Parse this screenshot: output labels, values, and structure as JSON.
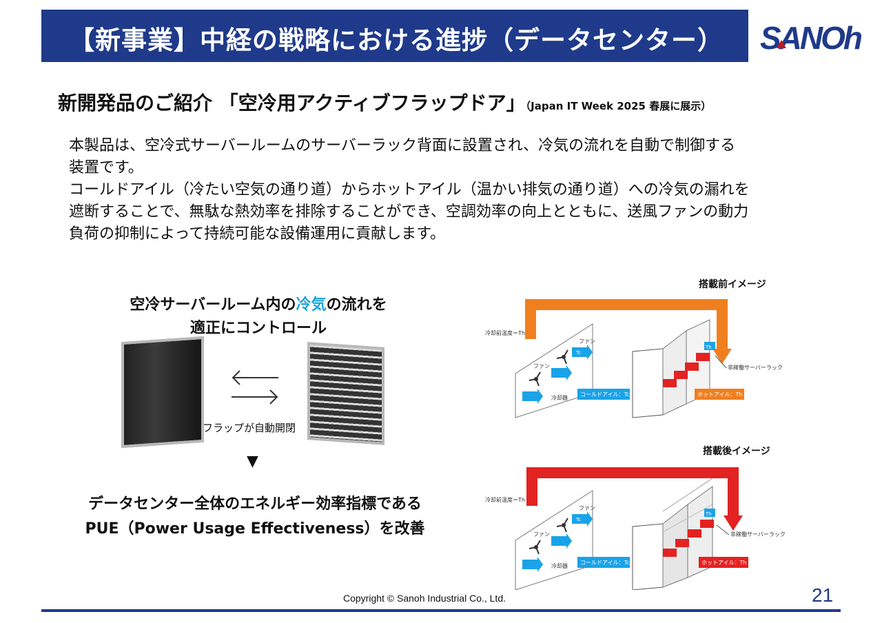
{
  "header": {
    "title": "【新事業】中経の戦略における進捗（データセンター）",
    "logo_text": "SANOh"
  },
  "subtitle": {
    "main": "新開発品のご紹介 「空冷用アクティブフラップドア」",
    "note": "（Japan IT Week 2025 春展に展示）"
  },
  "body_text": "本製品は、空冷式サーバールームのサーバーラック背面に設置され、冷気の流れを自動で制御する\n装置です。\nコールドアイル（冷たい空気の通り道）からホットアイル（温かい排気の通り道）への冷気の漏れを\n遮断することで、無駄な熱効率を排除することができ、空調効率の向上とともに、送風ファンの動力\n負荷の抑制によって持続可能な設備運用に貢献します。",
  "left": {
    "caption_a": "空冷サーバールーム内の",
    "caption_accent": "冷気",
    "caption_b": "の流れを",
    "caption_line2": "適正にコントロール",
    "flap_label": "フラップが自動開閉",
    "arrow_symbol": "▼",
    "bottom_line1": "データセンター全体のエネルギー効率指標である",
    "bottom_line2": "PUE（Power Usage Effectiveness）を改善"
  },
  "diagrams": {
    "before_label": "搭載前イメージ",
    "after_label": "搭載後イメージ",
    "before": {
      "temp_label": "冷却前温度＝Th",
      "fan1": "ファン",
      "fan2": "ファン",
      "cooler": "冷却器",
      "cold_aisle": "コールドアイル：Tc",
      "hot_aisle": "ホットアイル：Th",
      "rack": "非稼働サーバーラック",
      "tag_tc": "Tc",
      "tag_th": "Th"
    },
    "after": {
      "temp_label": "冷却前温度＝Th",
      "fan1": "ファン",
      "fan2": "ファン",
      "cooler": "冷却器",
      "cold_aisle": "コールドアイル：Tc",
      "hot_aisle": "ホットアイル：Th",
      "rack": "非稼働サーバーラック",
      "tag_tc": "Tc",
      "tag_th": "Th"
    },
    "colors": {
      "before_arrow": "#f07f1f",
      "after_arrow": "#e32222",
      "cold": "#1aa3e8"
    }
  },
  "footer": {
    "copyright": "Copyright © Sanoh Industrial Co., Ltd.",
    "page_number": "21"
  }
}
